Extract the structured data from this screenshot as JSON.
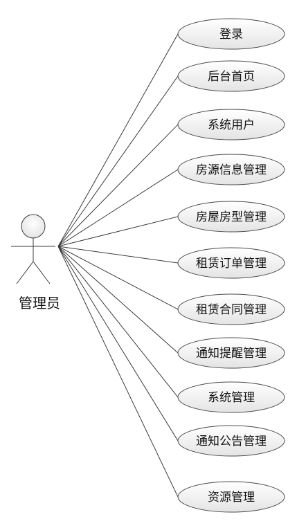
{
  "actor": {
    "name": "管理员"
  },
  "use_cases": [
    {
      "label": "登录"
    },
    {
      "label": "后台首页"
    },
    {
      "label": "系统用户"
    },
    {
      "label": "房源信息管理"
    },
    {
      "label": "房屋房型管理"
    },
    {
      "label": "租赁订单管理"
    },
    {
      "label": "租赁合同管理"
    },
    {
      "label": "通知提醒管理"
    },
    {
      "label": "系统管理"
    },
    {
      "label": "通知公告管理"
    },
    {
      "label": "资源管理"
    }
  ],
  "colors": {
    "ellipse_fill_top": "#ffffff",
    "ellipse_fill_bottom": "#e6e6e6",
    "line": "#3a3a3a",
    "text": "#111111"
  }
}
